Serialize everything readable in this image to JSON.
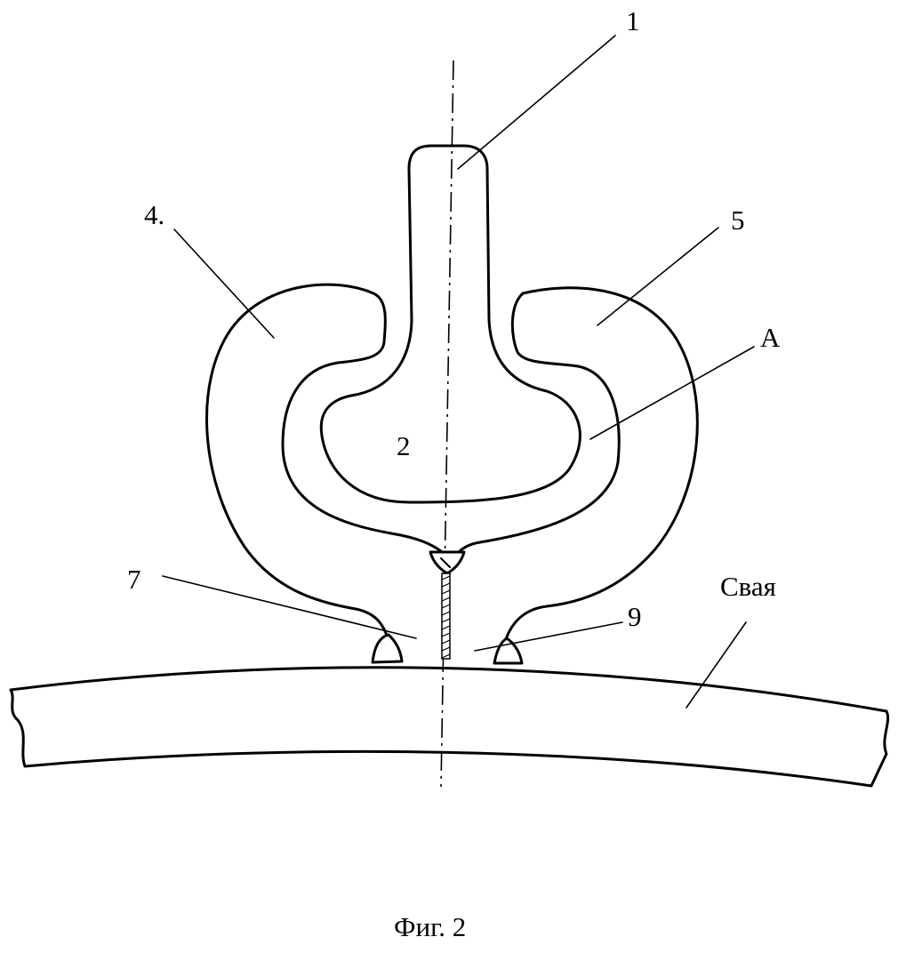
{
  "figure": {
    "caption": "Фиг. 2",
    "labels": {
      "l1": "1",
      "l2": "2",
      "l4": "4.",
      "l5": "5",
      "lA": "A",
      "l7": "7",
      "l9": "9",
      "pile": "Свая"
    }
  }
}
